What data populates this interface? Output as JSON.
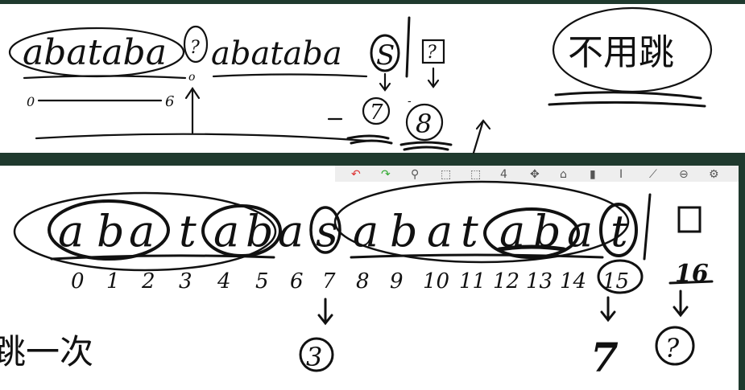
{
  "top_panel": {
    "string_left": "abataba",
    "string_left_marker": "?",
    "string_right": "abataba",
    "circled_s": "S",
    "qmark_box": "?",
    "range_label_start": "0",
    "range_label_end": "6",
    "small_zero": "o",
    "circled_7": "7",
    "circled_8": "8",
    "dash_mark": "-",
    "note_no_jump": "不用跳"
  },
  "bottom_panel": {
    "letters": [
      "a",
      "b",
      "a",
      "t",
      "a",
      "b",
      "a",
      "s",
      "a",
      "b",
      "a",
      "t",
      "a",
      "b",
      "a",
      "t"
    ],
    "indices": [
      "0",
      "1",
      "2",
      "3",
      "4",
      "5",
      "6",
      "7",
      "8",
      "9",
      "10",
      "11",
      "12",
      "13",
      "14",
      "15"
    ],
    "extra_index": "16",
    "answer_under_7": "3",
    "answer_under_15": "7",
    "answer_under_16": "?",
    "note_jump_once": "跳一次"
  },
  "toolbar": {
    "icons": [
      "undo-icon",
      "redo-icon",
      "search-icon",
      "select-icon",
      "crop-icon",
      "number-icon",
      "move-icon",
      "shape-icon",
      "cylinder-icon",
      "text-icon",
      "ruler-icon",
      "erase-icon",
      "settings-icon"
    ]
  },
  "colors": {
    "frame": "#1f3a2e",
    "ink": "#111111",
    "toolbar_bg": "#eeeeee"
  }
}
